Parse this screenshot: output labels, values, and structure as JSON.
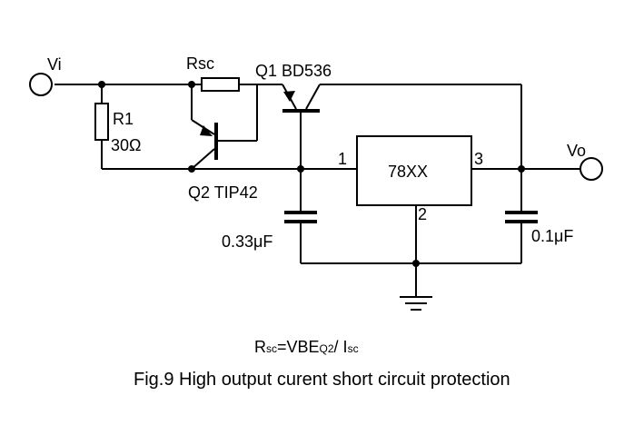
{
  "labels": {
    "vi": "Vi",
    "vo": "Vo",
    "rsc": "Rsc",
    "q1": "Q1 BD536",
    "q2": "Q2 TIP42",
    "r1_name": "R1",
    "r1_value": "30Ω",
    "regulator": "78XX",
    "pin1": "1",
    "pin2": "2",
    "pin3": "3",
    "c_in": "0.33μF",
    "c_out": "0.1μF"
  },
  "formula": {
    "r": "R",
    "r_sub": "sc",
    "eq": "=VBE",
    "q_sub": "Q2",
    "slash": "/ I",
    "i_sub": "sc"
  },
  "caption": "Fig.9 High output curent short circuit protection"
}
